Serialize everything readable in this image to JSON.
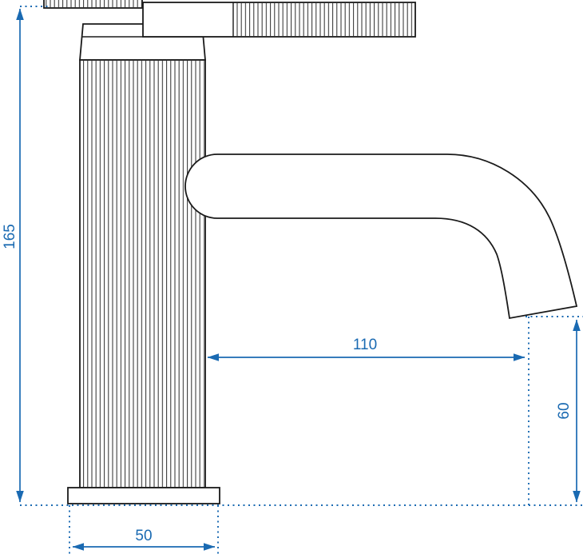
{
  "diagram": {
    "type": "technical-drawing",
    "subject": "single-lever basin faucet, side elevation with dimensions",
    "colors": {
      "dimension_accent": "#1a6ab2",
      "drawing_line": "#1a1a1a",
      "background": "#ffffff"
    },
    "dimensions": {
      "total_height": "165",
      "spout_reach": "110",
      "outlet_height": "60",
      "base_width": "50"
    }
  }
}
